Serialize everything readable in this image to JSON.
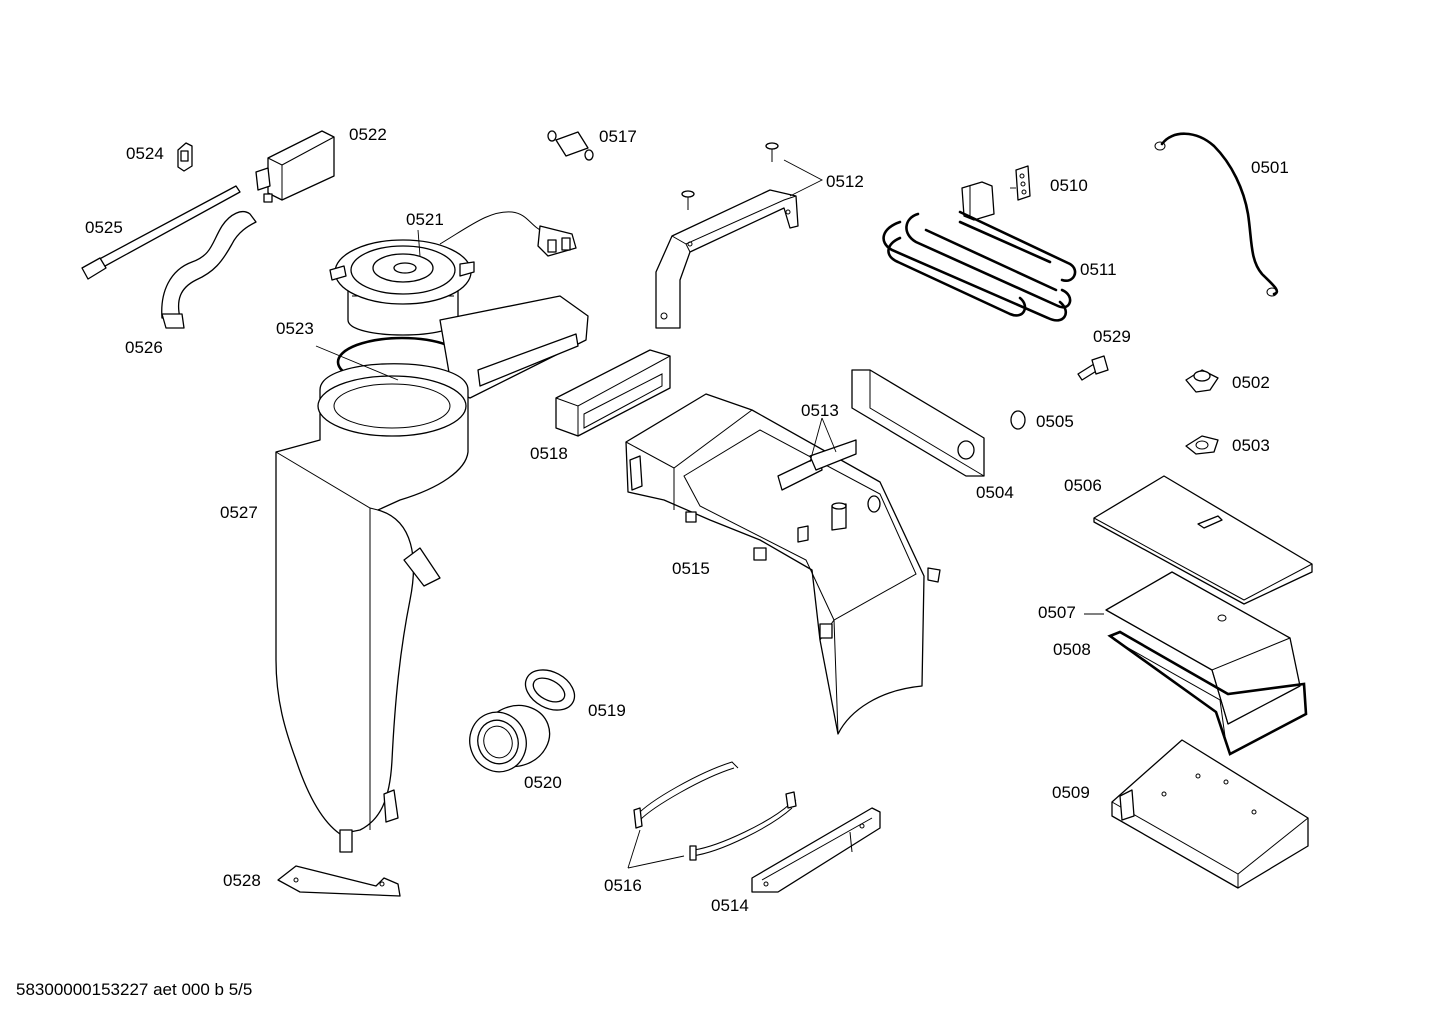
{
  "parts": {
    "p0501": "0501",
    "p0502": "0502",
    "p0503": "0503",
    "p0504": "0504",
    "p0505": "0505",
    "p0506": "0506",
    "p0507": "0507",
    "p0508": "0508",
    "p0509": "0509",
    "p0510": "0510",
    "p0511": "0511",
    "p0512": "0512",
    "p0513": "0513",
    "p0514": "0514",
    "p0515": "0515",
    "p0516": "0516",
    "p0517": "0517",
    "p0518": "0518",
    "p0519": "0519",
    "p0520": "0520",
    "p0521": "0521",
    "p0522": "0522",
    "p0523": "0523",
    "p0524": "0524",
    "p0525": "0525",
    "p0526": "0526",
    "p0527": "0527",
    "p0528": "0528",
    "p0529": "0529"
  },
  "footer": "58300000153227 aet 000 b 5/5"
}
